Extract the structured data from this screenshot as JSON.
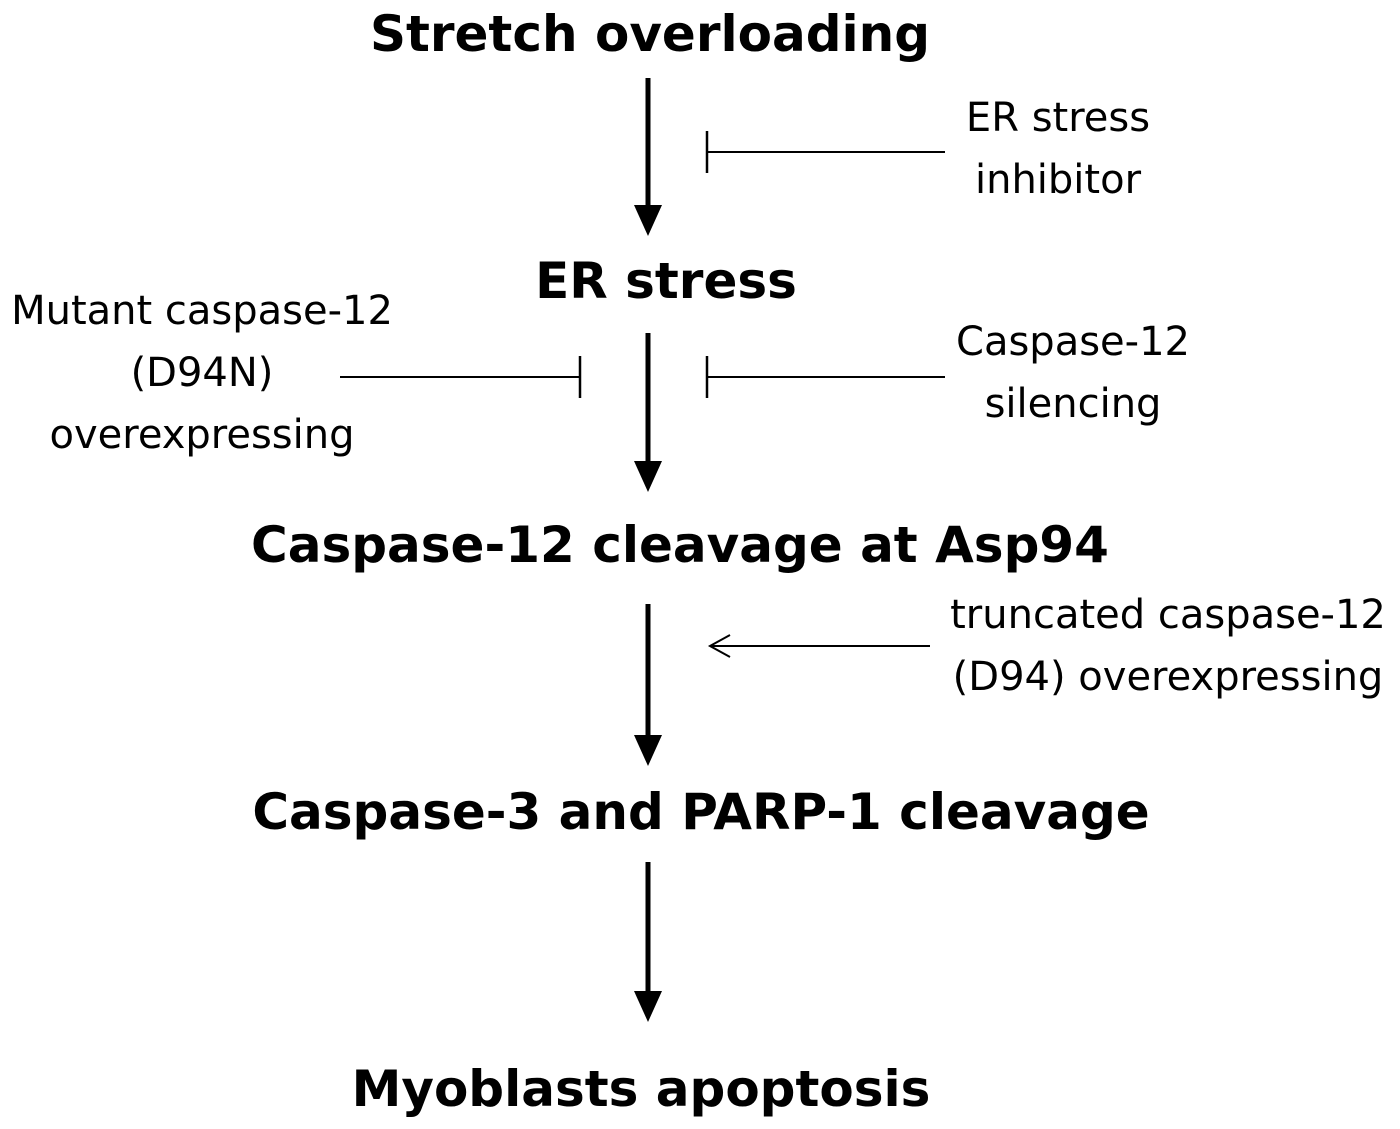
{
  "pathway": {
    "steps": [
      "Stretch overloading",
      "ER stress",
      "Caspase-12 cleavage at Asp94",
      "Caspase-3 and PARP-1 cleavage",
      "Myoblasts apoptosis"
    ]
  },
  "modifiers": {
    "er_stress_inhibitor": [
      "ER stress",
      "inhibitor"
    ],
    "caspase12_silencing": [
      "Caspase-12",
      "silencing"
    ],
    "mutant_caspase12": [
      "Mutant caspase-12",
      "(D94N)",
      "overexpressing"
    ],
    "truncated_caspase12": [
      "truncated caspase-12",
      "(D94) overexpressing"
    ]
  },
  "colors": {
    "ink": "#000000",
    "background": "#ffffff"
  }
}
